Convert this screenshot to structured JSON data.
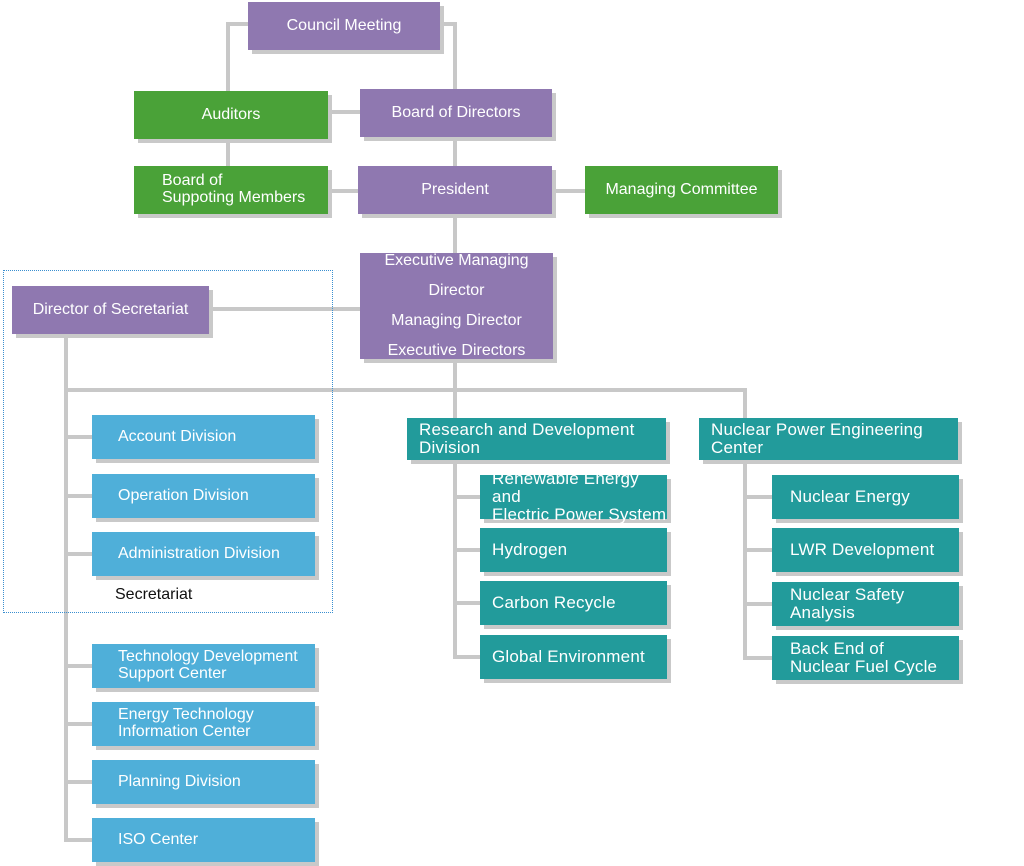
{
  "colors": {
    "purple": "#8f78b0",
    "green": "#4aa238",
    "teal": "#229b9b",
    "blue": "#4fafd9",
    "connector": "#c8c8c8",
    "dotted_border": "#3a8fd0"
  },
  "top": {
    "council_meeting": "Council Meeting",
    "auditors": "Auditors",
    "board_of_directors": "Board of Directors",
    "board_of_supporting_members": "Board of\nSuppoting Members",
    "president": "President",
    "managing_committee": "Managing Committee"
  },
  "executive": {
    "lines": [
      "Executive Managing Director",
      "Managing Director",
      "Executive Directors"
    ]
  },
  "secretariat": {
    "director": "Director of Secretariat",
    "label": "Secretariat",
    "divisions": [
      "Account Division",
      "Operation Division",
      "Administration Division"
    ]
  },
  "other_units": [
    "Technology Development\nSupport Center",
    "Energy Technology\nInformation Center",
    "Planning Division",
    "ISO Center"
  ],
  "rd_division": {
    "title": "Research and Development\nDivision",
    "items": [
      "Renewable Energy and\nElectric Power  System",
      "Hydrogen",
      "Carbon Recycle",
      "Global Environment"
    ]
  },
  "nuclear_center": {
    "title": "Nuclear Power Engineering\nCenter",
    "items": [
      "Nuclear Energy",
      "LWR Development",
      "Nuclear Safety\nAnalysis",
      "Back End of\nNuclear Fuel Cycle"
    ]
  }
}
